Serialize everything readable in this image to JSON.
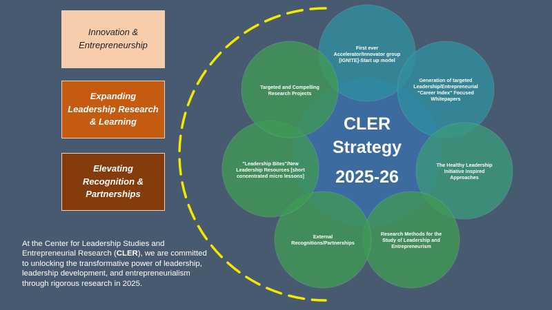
{
  "colors": {
    "background": "#485a70",
    "card_light": "#f8cdac",
    "card_mid": "#c55a11",
    "card_dark": "#843c0c",
    "dash": "#f2e800",
    "petal_teal": "#2f8fa0",
    "petal_green": "#3f9a55",
    "center_blue": "#3b6fa8"
  },
  "cards": [
    {
      "label": "Innovation & Entrepreneurship"
    },
    {
      "label": "Expanding Leadership Research & Learning"
    },
    {
      "label": "Elevating Recognition & Partnerships"
    }
  ],
  "paragraph": {
    "before": "At the Center for Leadership Studies and Entrepreneurial Research (",
    "bold": "CLER",
    "after": "), we are committed to unlocking the transformative power of leadership, leadership development, and entrepreneurialism through rigorous research in 2025."
  },
  "center": {
    "line1": "CLER",
    "line2": "Strategy",
    "line3": "2025-26"
  },
  "petals": [
    {
      "label": "First ever Accelerator/Innovator group [IGNITE]-Start up model"
    },
    {
      "label": "Generation of targeted Leadership/Entrepreneurial \"Career Index\" Focused Whitepapers"
    },
    {
      "label": "The Healthy Leadership Initiative Inspired Approaches"
    },
    {
      "label": "Research Methods for the Study of Leadership and Entrepreneurism"
    },
    {
      "label": "External Recognitions/Partnerships"
    },
    {
      "label": "\"Leadership Bites\"/New Leadership Resources [short concentrated micro lessons]"
    },
    {
      "label": "Targeted and Compelling Research Projects"
    }
  ]
}
